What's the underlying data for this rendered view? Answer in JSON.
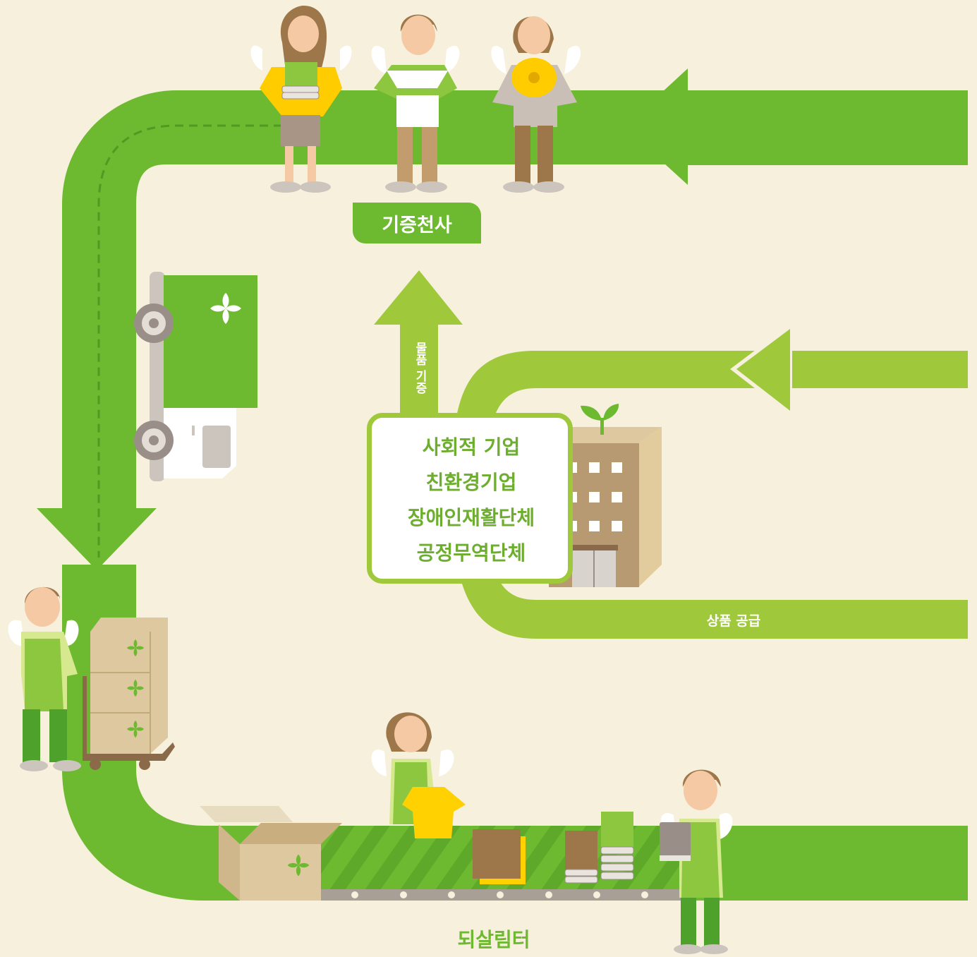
{
  "donor_label": "기증천사",
  "donation_label": "물품 기증",
  "supply_label": "상품 공급",
  "center_label": "되살림터",
  "organizations": [
    "사회적 기업",
    "친환경기업",
    "장애인재활단체",
    "공정무역단체"
  ],
  "colors": {
    "background": "#f6f0dc",
    "main_arrow": "#6db92f",
    "light_arrow": "#9fc93a",
    "label_text": "#6dae2f",
    "building": "#b89a72",
    "box": "#ddc89f"
  },
  "icons": [
    "leaf-logo-icon",
    "sprout-icon",
    "piggy-bank-icon",
    "delivery-truck-icon",
    "building-icon",
    "box-icon",
    "hand-cart-icon",
    "conveyor-belt-icon"
  ]
}
